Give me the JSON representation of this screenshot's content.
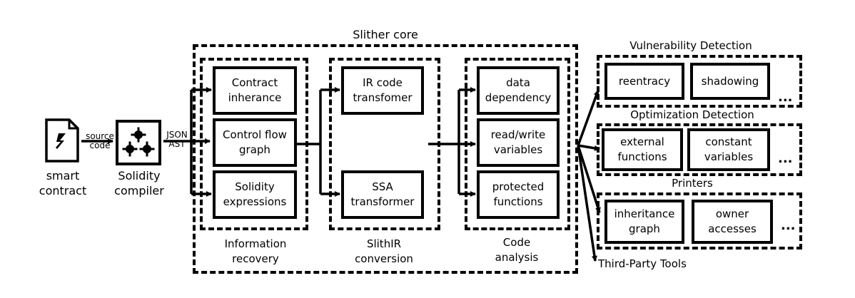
{
  "input": {
    "smart_contract_label": "smart\ncontract",
    "source_code_label": "source\ncode"
  },
  "compiler": {
    "label": "Solidity\ncompiler",
    "json_ast_label": "JSON\nAST"
  },
  "core": {
    "title": "Slither core",
    "information_recovery": {
      "caption": "Information\nrecovery",
      "items": [
        "Contract\ninherance",
        "Control flow\ngraph",
        "Solidity\nexpressions"
      ]
    },
    "slithir": {
      "caption": "SlithIR\nconversion",
      "items": [
        "IR code\ntransfomer",
        "SSA\ntransformer"
      ]
    },
    "code_analysis": {
      "caption": "Code\nanalysis",
      "items": [
        "data\ndependency",
        "read/write\nvariables",
        "protected\nfunctions"
      ]
    }
  },
  "outputs": {
    "vulnerability": {
      "title": "Vulnerability Detection",
      "items": [
        "reentracy",
        "shadowing"
      ],
      "ellipsis": "..."
    },
    "optimization": {
      "title": "Optimization Detection",
      "items": [
        "external\nfunctions",
        "constant\nvariables"
      ],
      "ellipsis": "..."
    },
    "printers": {
      "title": "Printers",
      "items": [
        "inheritance\ngraph",
        "owner\naccesses"
      ],
      "ellipsis": "..."
    },
    "third_party_label": "Third-Party Tools"
  }
}
